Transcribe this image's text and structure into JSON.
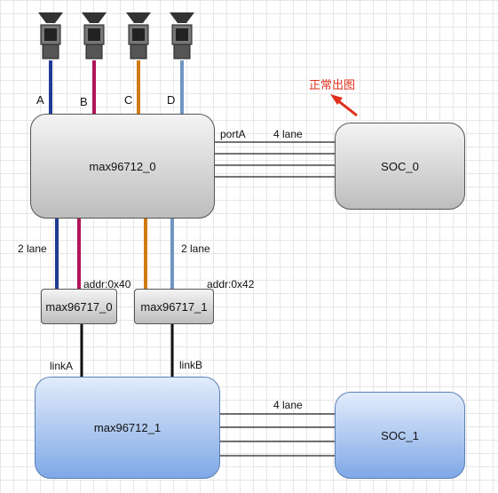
{
  "cameras": [
    {
      "label": "A",
      "color": "#1f3b94"
    },
    {
      "label": "B",
      "color": "#b0155a"
    },
    {
      "label": "C",
      "color": "#d07a10"
    },
    {
      "label": "D",
      "color": "#6f95c2"
    }
  ],
  "deserializer_0": {
    "name": "max96712_0",
    "port_label": "portA",
    "lane_label": "4 lane"
  },
  "soc_0": {
    "name": "SOC_0"
  },
  "annotation": {
    "text": "正常出图",
    "color": "#e0301e"
  },
  "link_colors": {
    "link_a": [
      "#1f3b94",
      "#b0155a"
    ],
    "link_b": [
      "#d07a10",
      "#6f95c2"
    ],
    "black": "#111111"
  },
  "serializers": [
    {
      "name": "max96717_0",
      "lane_label": "2 lane",
      "addr_label": "addr:0x40",
      "link_label": "linkA"
    },
    {
      "name": "max96717_1",
      "lane_label": "2 lane",
      "addr_label": "addr:0x42",
      "link_label": "linkB"
    }
  ],
  "deserializer_1": {
    "name": "max96712_1",
    "lane_label": "4 lane"
  },
  "soc_1": {
    "name": "SOC_1"
  }
}
